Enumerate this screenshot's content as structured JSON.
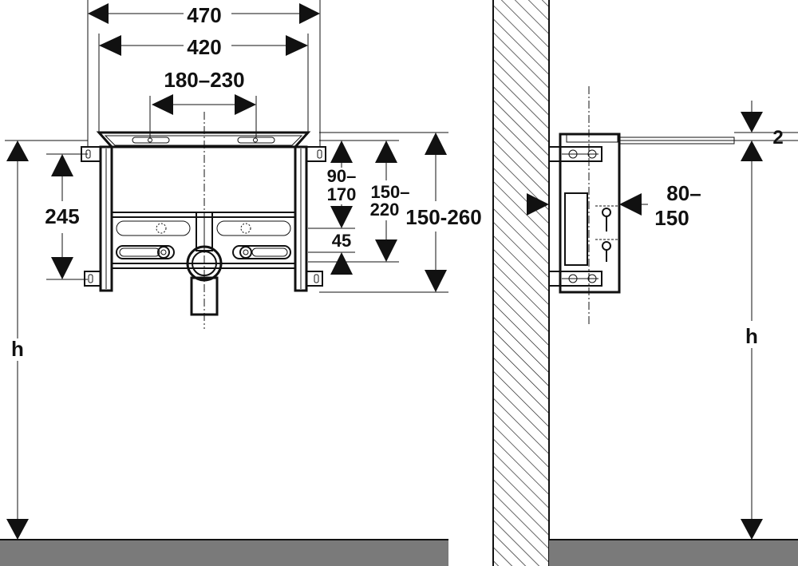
{
  "front_view": {
    "width_outer": "470",
    "width_inner": "420",
    "width_range": "180–230",
    "height_bracket": "245",
    "height_range_a_1": "90–",
    "height_range_a_2": "170",
    "height_range_b_1": "150–",
    "height_range_b_2": "220",
    "height_range_c": "150-260",
    "offset": "45",
    "floor_height": "h"
  },
  "side_view": {
    "top_offset": "2",
    "depth_1": "80–",
    "depth_2": "150",
    "floor_height": "h"
  },
  "colors": {
    "line": "#111111",
    "floor": "#7a7a7a",
    "hatch": "#111111"
  }
}
